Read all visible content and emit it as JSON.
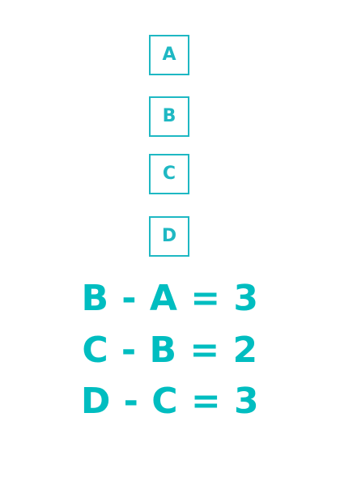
{
  "boxes": [
    {
      "label": "A"
    },
    {
      "label": "B"
    },
    {
      "label": "C"
    },
    {
      "label": "D"
    }
  ],
  "equations": [
    "B - A = 3",
    "C - B = 2",
    "D - C = 3"
  ],
  "colors": {
    "box_accent": "#1fb8c3",
    "equation_text": "#00bdc0",
    "background": "#ffffff"
  }
}
